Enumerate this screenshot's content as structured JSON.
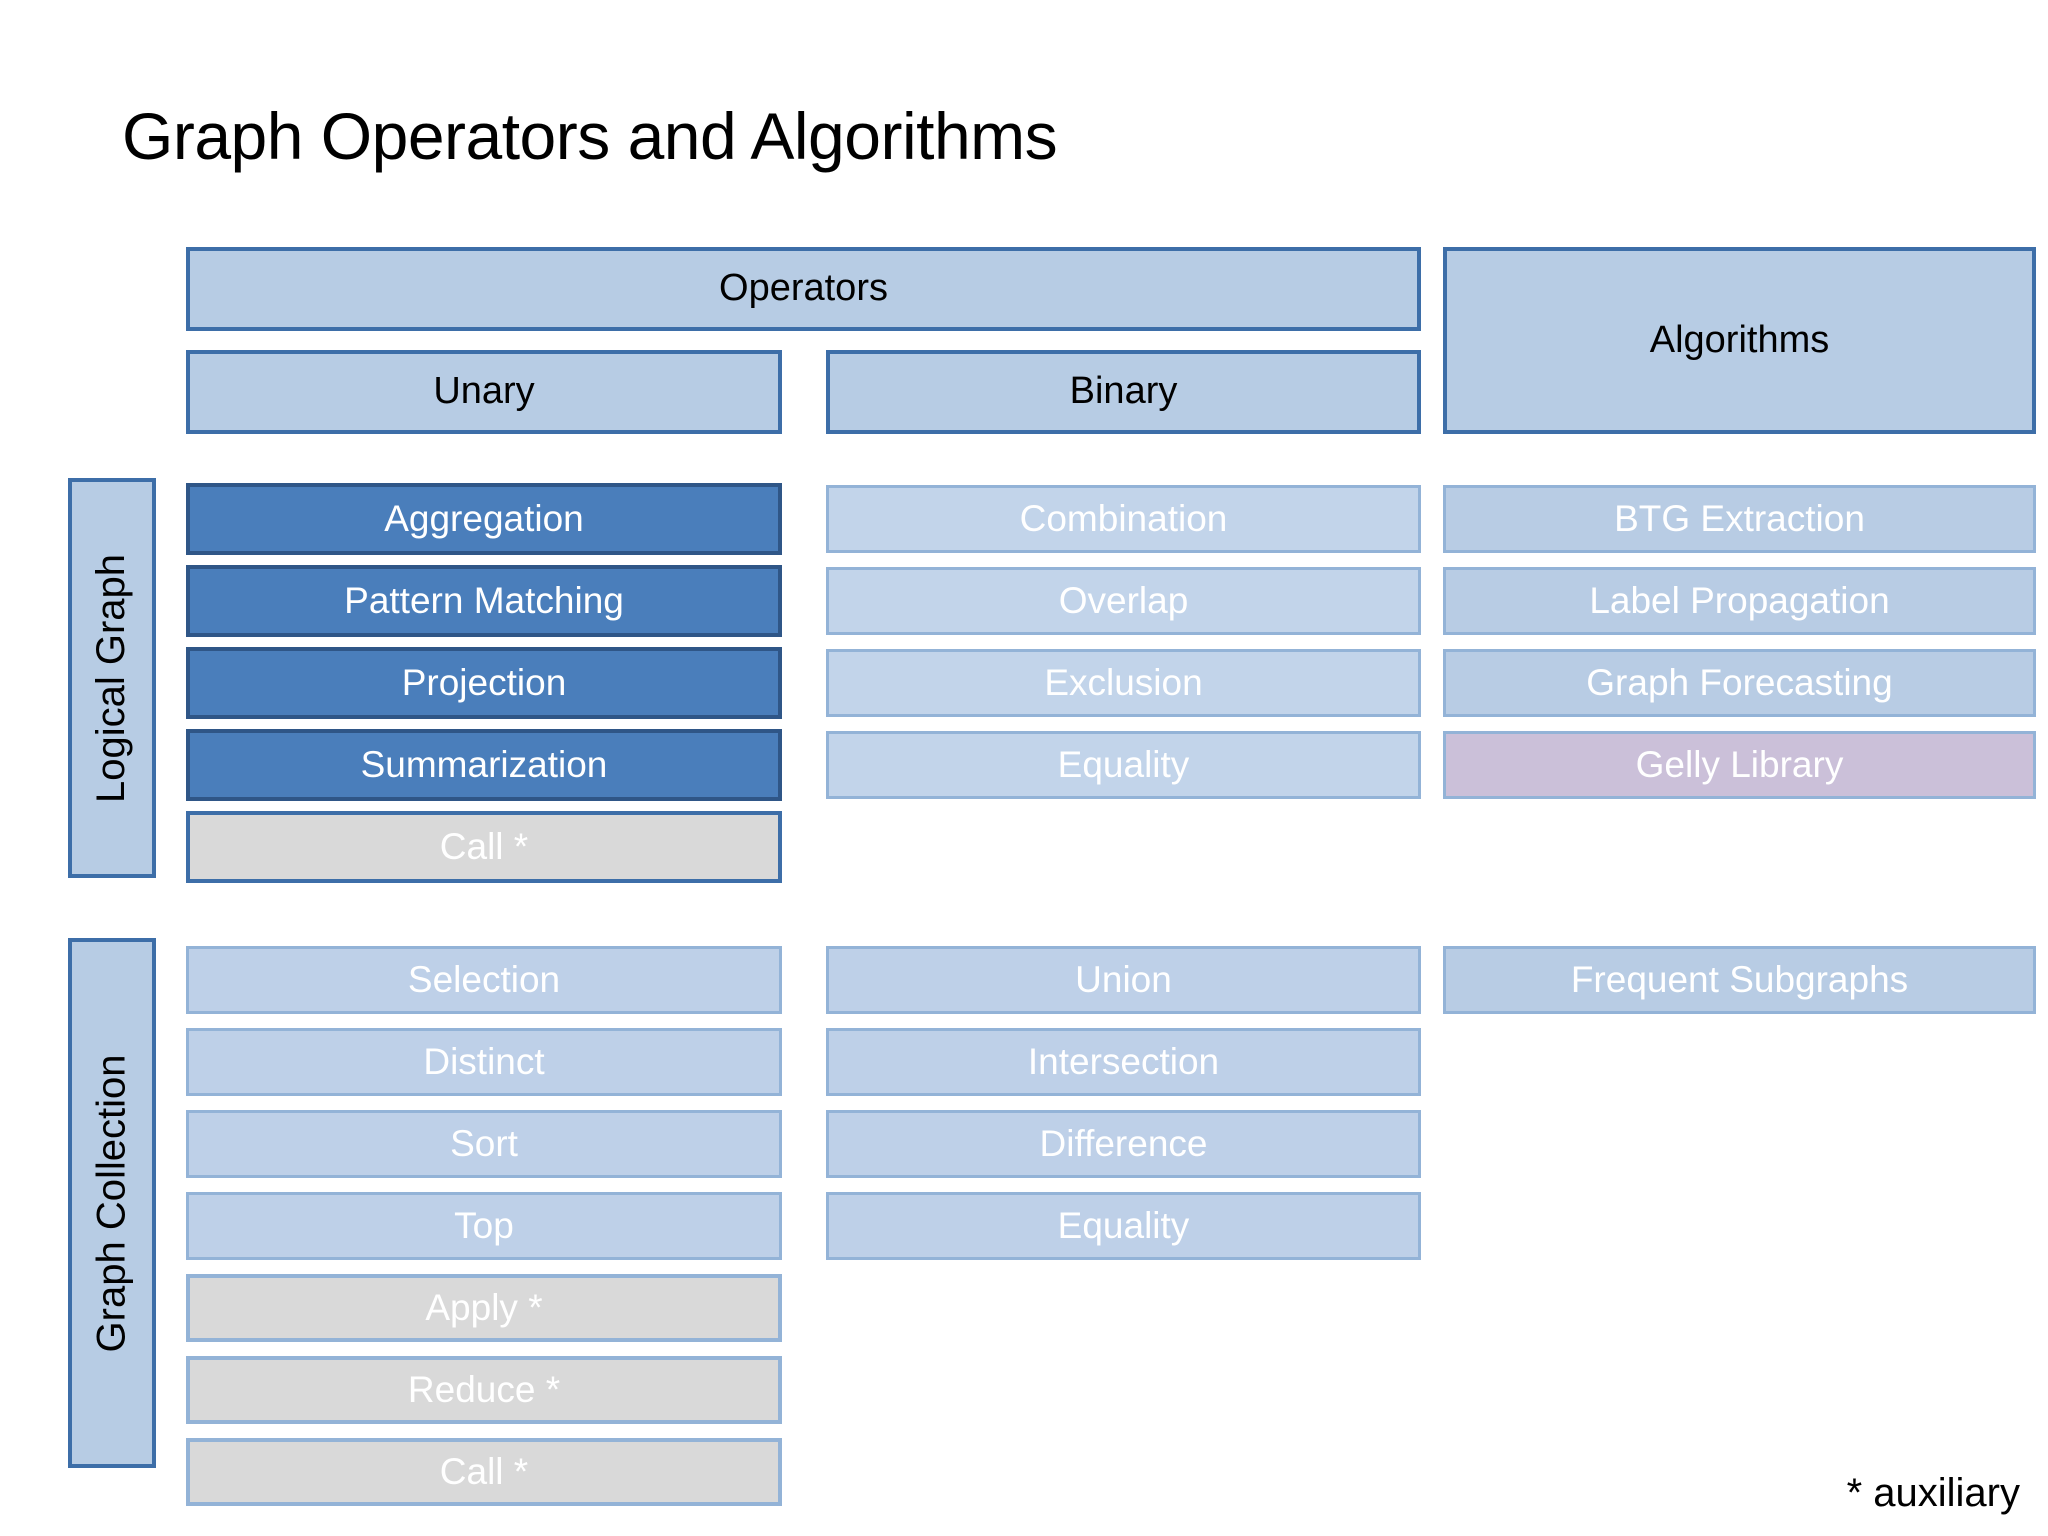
{
  "slide": {
    "title": "Graph Operators and Algorithms",
    "footnote": "* auxiliary"
  },
  "headers": {
    "operators": "Operators",
    "unary": "Unary",
    "binary": "Binary",
    "algorithms": "Algorithms"
  },
  "side_labels": {
    "logical_graph": "Logical Graph",
    "graph_collection": "Graph Collection"
  },
  "logical_graph": {
    "unary": [
      {
        "label": "Aggregation",
        "style": "dark"
      },
      {
        "label": "Pattern Matching",
        "style": "dark"
      },
      {
        "label": "Projection",
        "style": "dark"
      },
      {
        "label": "Summarization",
        "style": "dark"
      },
      {
        "label": "Call *",
        "style": "aux-dark"
      }
    ],
    "binary": [
      {
        "label": "Combination",
        "style": "light"
      },
      {
        "label": "Overlap",
        "style": "light"
      },
      {
        "label": "Exclusion",
        "style": "light"
      },
      {
        "label": "Equality",
        "style": "light"
      }
    ],
    "algorithms": [
      {
        "label": "BTG Extraction",
        "style": "alg"
      },
      {
        "label": "Label Propagation",
        "style": "alg"
      },
      {
        "label": "Graph Forecasting",
        "style": "alg"
      },
      {
        "label": "Gelly Library",
        "style": "gelly"
      }
    ]
  },
  "graph_collection": {
    "unary": [
      {
        "label": "Selection",
        "style": "coll"
      },
      {
        "label": "Distinct",
        "style": "coll"
      },
      {
        "label": "Sort",
        "style": "coll"
      },
      {
        "label": "Top",
        "style": "coll"
      },
      {
        "label": "Apply *",
        "style": "aux-light"
      },
      {
        "label": "Reduce *",
        "style": "aux-light"
      },
      {
        "label": "Call *",
        "style": "aux-light"
      }
    ],
    "binary": [
      {
        "label": "Union",
        "style": "coll"
      },
      {
        "label": "Intersection",
        "style": "coll"
      },
      {
        "label": "Difference",
        "style": "coll"
      },
      {
        "label": "Equality",
        "style": "coll"
      }
    ],
    "algorithms": [
      {
        "label": "Frequent Subgraphs",
        "style": "alg"
      }
    ]
  },
  "colors": {
    "header_fill": "#b7cce4",
    "header_border": "#3d6ea8",
    "dark_fill": "#4a7ebb",
    "dark_border": "#2f5687",
    "light_fill": "#c2d4ea",
    "light_border": "#93b3d7",
    "aux_fill": "#d9d9d9",
    "gelly_fill": "#cbc0d9",
    "text_white": "#ffffff",
    "text_black": "#000000"
  }
}
